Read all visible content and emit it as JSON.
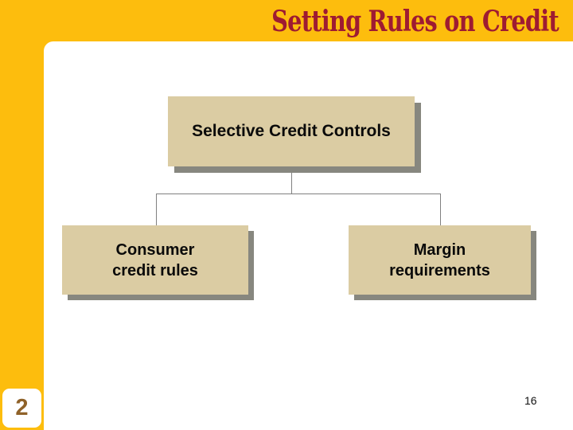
{
  "slide": {
    "title": "Setting Rules on Credit",
    "slide_number": "2",
    "page_number": "16"
  },
  "diagram": {
    "type": "hierarchy",
    "root": {
      "label": "Selective Credit Controls"
    },
    "children": [
      {
        "label": "Consumer credit rules",
        "line1": "Consumer",
        "line2": "credit rules"
      },
      {
        "label": "Margin requirements",
        "line1": "Margin",
        "line2": "requirements"
      }
    ]
  },
  "colors": {
    "accent_yellow": "#FDBD0D",
    "title_red": "#9E1B32",
    "box_fill_tan": "#DBCCA3",
    "box_shadow_gray": "#87877F",
    "connector_gray": "#808080",
    "slide_number_brown": "#8F6229",
    "text_black": "#0A0A0A"
  }
}
